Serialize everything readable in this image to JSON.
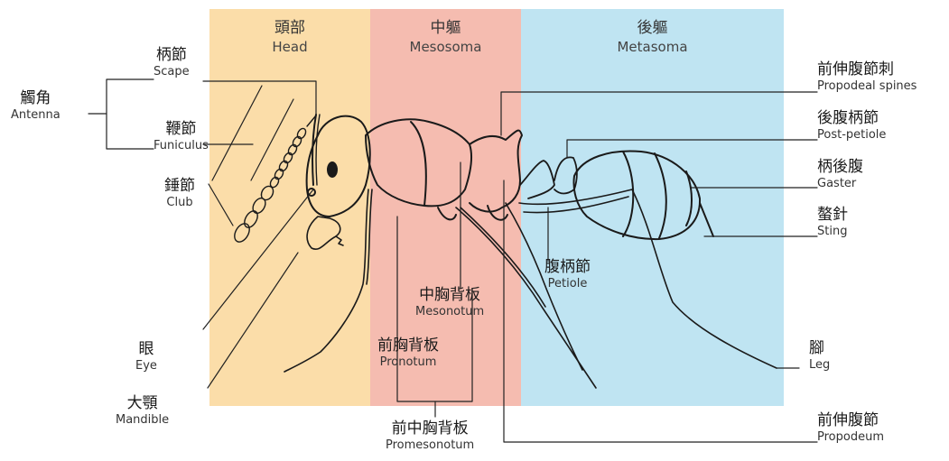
{
  "colors": {
    "head_band": "#fbdda9",
    "mesosoma_band": "#f5bcb0",
    "metasoma_band": "#bfe4f2",
    "outline": "#1a1a1a"
  },
  "regions": {
    "head": {
      "zh": "頭部",
      "en": "Head"
    },
    "mesosoma": {
      "zh": "中軀",
      "en": "Mesosoma"
    },
    "metasoma": {
      "zh": "後軀",
      "en": "Metasoma"
    }
  },
  "labels": {
    "antenna": {
      "zh": "觸角",
      "en": "Antenna"
    },
    "scape": {
      "zh": "柄節",
      "en": "Scape"
    },
    "funiculus": {
      "zh": "鞭節",
      "en": "Funiculus"
    },
    "club": {
      "zh": "錘節",
      "en": "Club"
    },
    "eye": {
      "zh": "眼",
      "en": "Eye"
    },
    "mandible": {
      "zh": "大顎",
      "en": "Mandible"
    },
    "pronotum": {
      "zh": "前胸背板",
      "en": "Pronotum"
    },
    "mesonotum": {
      "zh": "中胸背板",
      "en": "Mesonotum"
    },
    "promesonotum": {
      "zh": "前中胸背板",
      "en": "Promesonotum"
    },
    "propodeal_spines": {
      "zh": "前伸腹節刺",
      "en": "Propodeal spines"
    },
    "post_petiole": {
      "zh": "後腹柄節",
      "en": "Post-petiole"
    },
    "gaster": {
      "zh": "柄後腹",
      "en": "Gaster"
    },
    "sting": {
      "zh": "螯針",
      "en": "Sting"
    },
    "petiole": {
      "zh": "腹柄節",
      "en": "Petiole"
    },
    "leg": {
      "zh": "腳",
      "en": "Leg"
    },
    "propodeum": {
      "zh": "前伸腹節",
      "en": "Propodeum"
    }
  }
}
